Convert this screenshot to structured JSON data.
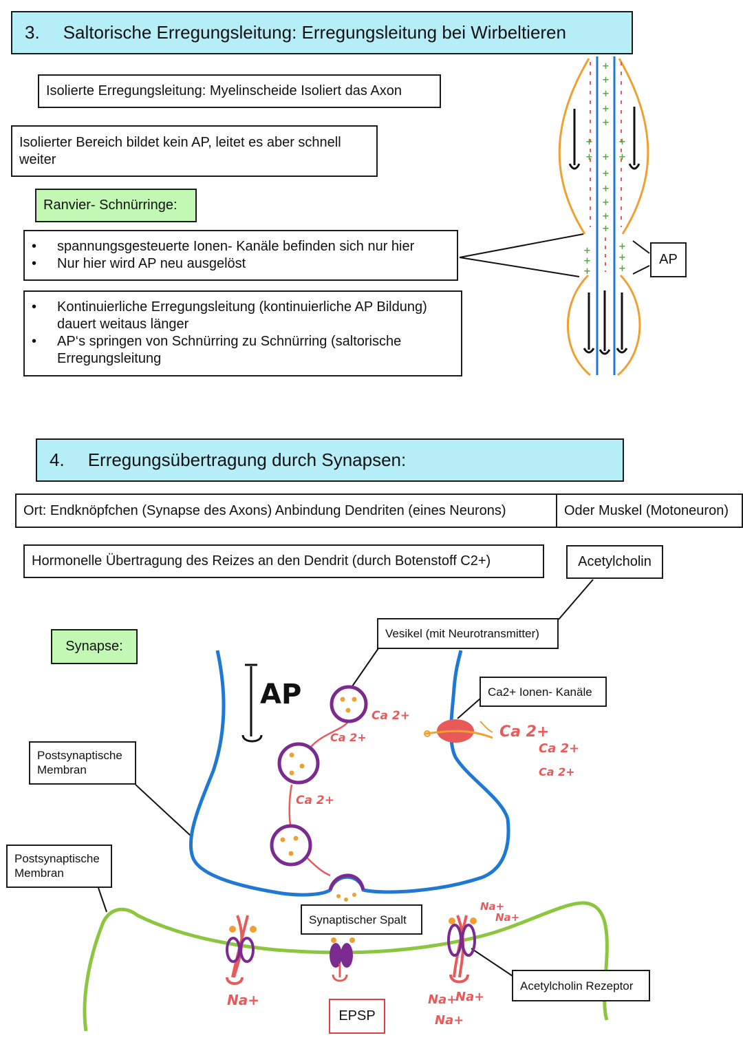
{
  "section3": {
    "number": "3.",
    "title": "Saltorische Erregungsleitung: Erregungsleitung bei Wirbeltieren",
    "isolation": "Isolierte Erregungsleitung: Myelinscheide Isoliert das Axon",
    "isolated_area": "Isolierter Bereich bildet kein AP, leitet es aber schnell weiter",
    "ranvier_label": "Ranvier- Schnürringe:",
    "ranvier_points": [
      "spannungsgesteuerte Ionen- Kanäle befinden sich nur hier",
      "Nur hier wird AP neu ausgelöst"
    ],
    "comparison_points": [
      "Kontinuierliche Erregungsleitung (kontinuierliche AP Bildung) dauert weitaus länger",
      "AP‘s springen von Schnürring zu Schnürring (saltorische Erregungsleitung"
    ],
    "ap_label": "AP"
  },
  "section4": {
    "number": "4.",
    "title": "Erregungsübertragung durch Synapsen:",
    "location": "Ort: Endknöpfchen (Synapse des Axons) Anbindung Dendriten (eines Neurons)",
    "location_alt": "Oder Muskel (Motoneuron)",
    "transmission": "Hormonelle Übertragung des Reizes an den Dendrit (durch Botenstoff C2+)",
    "neurotransmitter": "Acetylcholin"
  },
  "synapse": {
    "label": "Synapse:",
    "ap_label": "AP",
    "vesicle_label": "Vesikel (mit Neurotransmitter)",
    "ca_channel_label": "Ca2+ Ionen- Kanäle",
    "presynaptic_label": "Postsynaptische Membran",
    "postsynaptic_label": "Postsynaptische Membran",
    "cleft_label": "Synaptischer Spalt",
    "receptor_label": "Acetylcholin Rezeptor",
    "epsp_label": "EPSP",
    "ca_text": "Ca 2+",
    "na_text": "Na+"
  },
  "colors": {
    "header": "#b6eef8",
    "highlight_green": "#c3f7b4",
    "membrane_blue": "#1f78d1",
    "membrane_green": "#8cc63f",
    "myelin_orange": "#f0a030",
    "vesicle_purple": "#7b2a8f",
    "ion_red": "#e85a5a",
    "dot_orange": "#f0a030",
    "epsp_border": "#e04040"
  }
}
